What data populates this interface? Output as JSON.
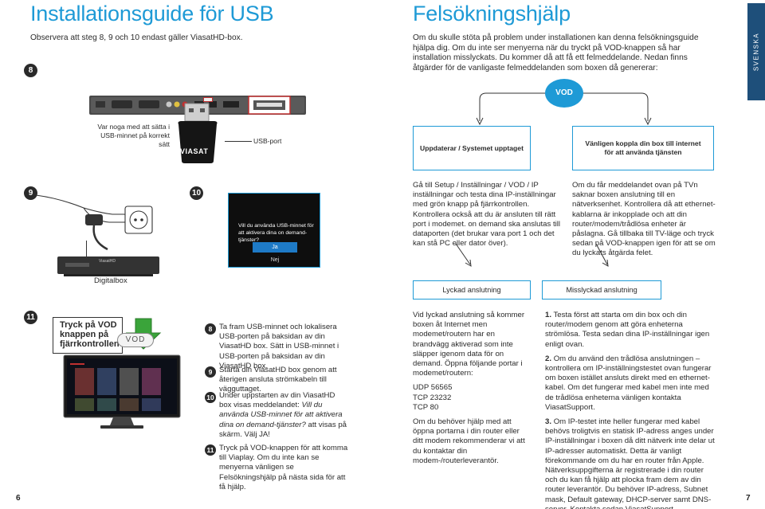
{
  "left": {
    "title": "Installationsguide för USB",
    "note": "Observera att steg 8, 9 och 10 endast gäller ViasatHD-box.",
    "step8_badge": "8",
    "usb_caption": "Var noga med att sätta i USB-minnet på korrekt sätt",
    "usb_port_label": "USB-port",
    "usb_brand": "VIASAT",
    "step9_badge": "9",
    "step10_badge": "10",
    "dialog_text": "Vill du använda USB-minnet för att aktivera dina on demand-tjänster?",
    "dialog_yes": "Ja",
    "dialog_no": "Nej",
    "digitalbox_label": "Digitalbox",
    "step11_badge": "11",
    "vod_instruction": "Tryck på VOD knappen på fjärrkontrollen",
    "vod_button": "VOD",
    "steps": [
      {
        "badge": "8",
        "text": "Ta fram USB-minnet och lokalisera USB-porten på baksidan av din ViasatHD box. Sätt in USB-minnet i USB-porten på baksidan av din ViasatHD box."
      },
      {
        "badge": "9",
        "text": "Starta din ViasatHD box genom att återigen ansluta strömkabeln till vägguttaget."
      },
      {
        "badge": "10",
        "text_pre": "Under uppstarten av din ViasatHD box visas meddelandet: ",
        "text_italic": "Vill du använda USB-minnet för att aktivera dina on demand-tjänster?",
        "text_post": " att visas på skärm. Välj JA!"
      },
      {
        "badge": "11",
        "text": "Tryck på VOD-knappen för att komma till Viaplay. Om du inte kan se menyerna vänligen se Felsökningshjälp på nästa sida för att få hjälp."
      }
    ],
    "page_number": "6"
  },
  "right": {
    "title": "Felsökningshjälp",
    "intro": "Om du skulle stöta på problem under installationen kan denna felsökningsguide hjälpa dig. Om du inte ser menyerna när du tryckt på VOD-knappen så har installation misslyckats. Du kommer då att få ett felmeddelande. Nedan finns åtgärder för de vanligaste felmeddelanden som boxen då genererar:",
    "side_tab": "SVENSKA",
    "vod_circle": "VOD",
    "box_left": "Uppdaterar / Systemet upptaget",
    "box_right": "Vänligen koppla din box till internet för att använda tjänsten",
    "col_left_text": "Gå till Setup / Inställningar / VOD / IP inställningar och testa dina IP-inställningar med grön knapp på fjärrkontrollen. Kontrollera också att du är ansluten till rätt port i modemet. on demand ska anslutas till dataporten (det brukar vara port 1 och det kan stå PC eller dator över).",
    "col_right_text": "Om du får meddelandet ovan på TVn saknar boxen anslutning till en nätverksenhet. Kontrollera då att ethernet-kablarna är inkopplade och att din router/modem/trådlösa enheter är påslagna. Gå tillbaka till TV-läge och tryck sedan på VOD-knappen igen för att se om du lyckats åtgärda felet.",
    "result_left": "Lyckad anslutning",
    "result_right": "Misslyckad anslutning",
    "success_text1": "Vid lyckad anslutning så kommer boxen åt Internet men modemet/routern har en brandvägg aktiverad som inte släpper igenom data för on demand. Öppna följande portar i modemet/routern:",
    "ports": [
      "UDP 56565",
      "TCP 23232",
      "TCP 80"
    ],
    "success_text2": "Om du behöver hjälp med att öppna portarna i din router eller ditt modem rekommenderar vi att du kontaktar din modem-/routerleverantör.",
    "fail_items": [
      {
        "num": "1.",
        "text": "Testa först att starta om din box och din router/modem genom att göra enheterna strömlösa. Testa sedan dina IP-inställningar igen enligt ovan."
      },
      {
        "num": "2.",
        "text": "Om du använd den trådlösa anslutningen – kontrollera om IP-inställningstestet ovan fungerar om boxen istället ansluts direkt med en ethernet-kabel. Om det fungerar med kabel men inte med de trådlösa enheterna vänligen kontakta ViasatSupport."
      },
      {
        "num": "3.",
        "text": "Om IP-testet inte heller fungerar med kabel behövs troligtvis en statisk IP-adress anges under IP-inställningar i boxen då ditt nätverk inte delar ut IP-adresser automatiskt. Detta är vanligt förekommande om du har en router från Apple. Nätverksuppgifterna är registrerade i din router och du kan få hjälp att plocka fram dem av din router leverantör. Du behöver IP-adress, Subnet mask, Default gateway, DHCP-server samt DNS-server. Kontakta sedan ViasatSupport."
      }
    ],
    "page_number": "7"
  },
  "colors": {
    "accent": "#1e9ad6",
    "tab": "#1e4f7a",
    "green": "#3aa43a",
    "text": "#2b2b2b"
  }
}
